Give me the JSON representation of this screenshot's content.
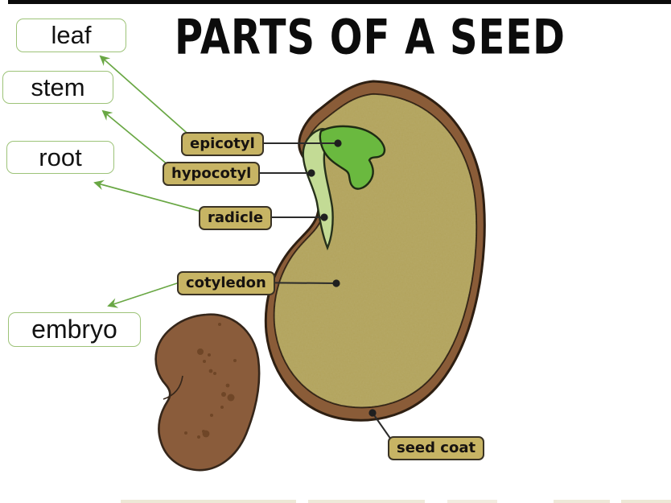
{
  "page": {
    "title": "PARTS OF A SEED"
  },
  "answer_boxes": [
    {
      "label": "leaf"
    },
    {
      "label": "stem"
    },
    {
      "label": "root"
    },
    {
      "label": "embryo"
    }
  ],
  "part_labels": [
    {
      "label": "epicotyl"
    },
    {
      "label": "hypocotyl"
    },
    {
      "label": "radicle"
    },
    {
      "label": "cotyledon"
    },
    {
      "label": "seed coat"
    }
  ],
  "colors": {
    "arrow_green": "#69a744",
    "answer_box_border": "#9dc378",
    "part_label_bg": "#c7b464",
    "part_label_border": "#3a3325",
    "seed_coat_brown": "#8a5c38",
    "seed_interior_olive": "#b2a35c",
    "embryo_light_green": "#c3db95",
    "plumule_green": "#6ab93f",
    "small_seed_brown": "#8a5c3b",
    "small_seed_speckle": "#6f4627",
    "outline_dark": "#2e1f12",
    "connector_black": "#2b2b2b",
    "title_black": "#0c0c0c"
  }
}
